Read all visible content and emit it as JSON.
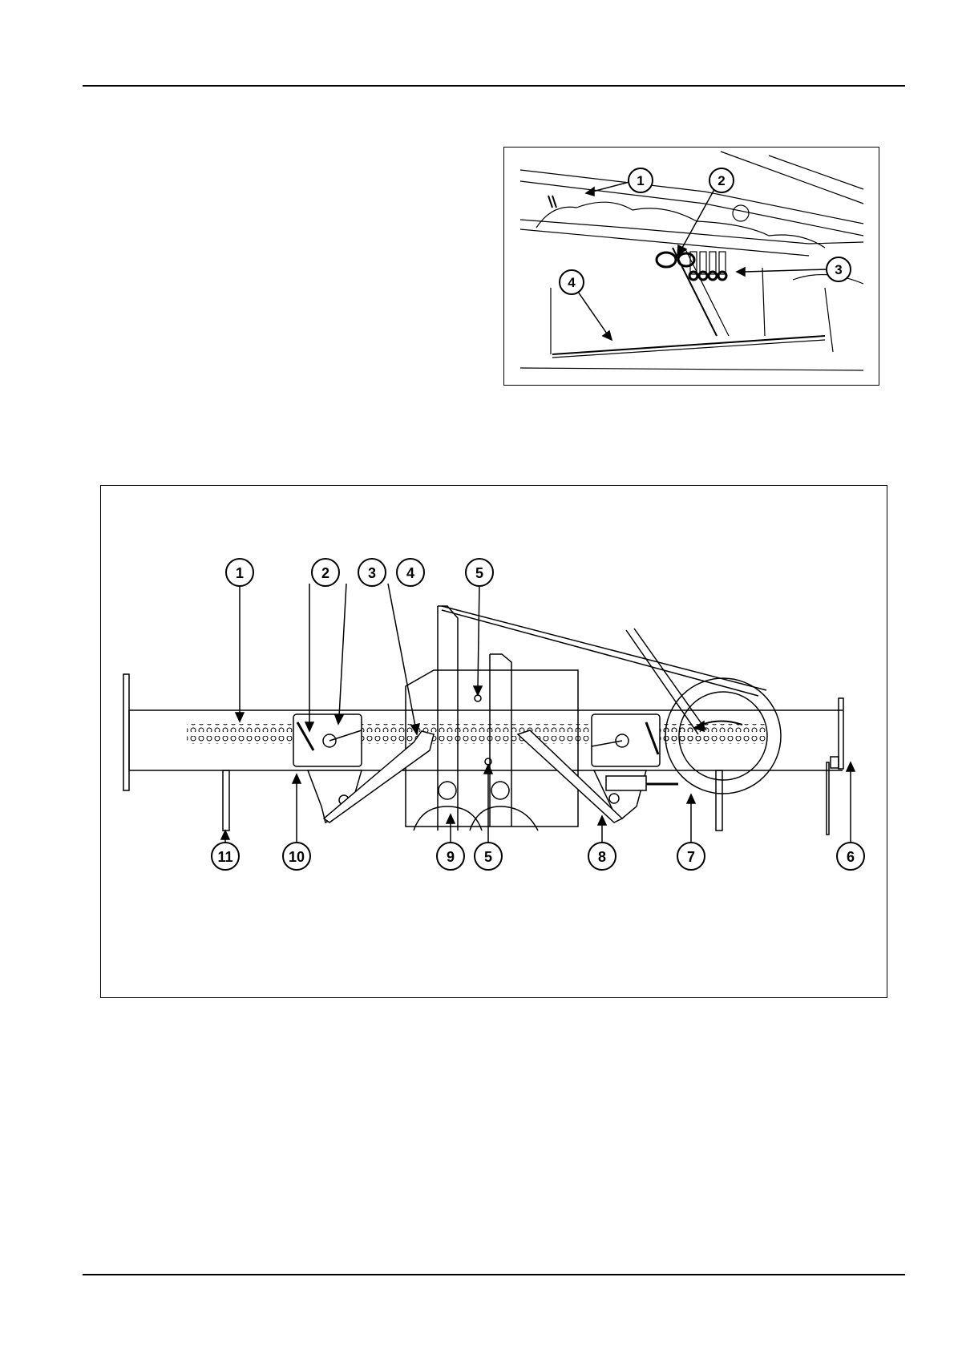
{
  "figure_top": {
    "callouts": [
      "1",
      "2",
      "3",
      "4"
    ]
  },
  "figure_bottom": {
    "callouts_top": [
      "1",
      "2",
      "3",
      "4",
      "5"
    ],
    "callouts_bottom": [
      "11",
      "10",
      "9",
      "5",
      "8",
      "7",
      "6"
    ]
  }
}
